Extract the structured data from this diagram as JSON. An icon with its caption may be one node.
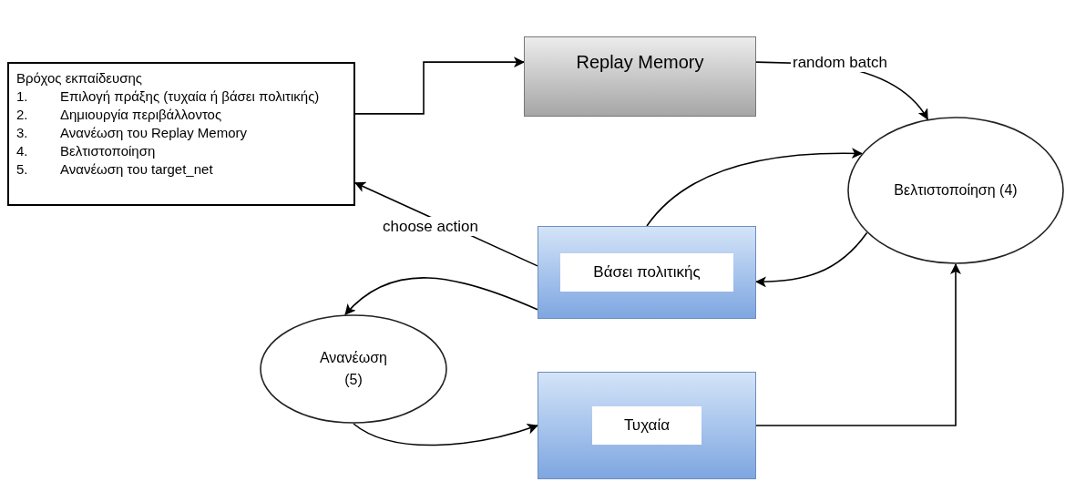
{
  "diagram": {
    "nodes": [
      {
        "text": [
          "Βρόχος εκπαίδευσης",
          "1. Επιλογή πράξης (τυχαία ή βάσει πολιτικής)",
          "2. Δημιουργία περιβάλλοντος",
          "3. Ανανέωση του Replay Memory",
          "4. Βελτιστοποίηση",
          "5. Ανανέωση του target_net"
        ]
      },
      {
        "text": [
          "Replay Memory"
        ]
      },
      {
        "text": [
          "Βελτιστοποίηση (4)"
        ]
      },
      {
        "text": [
          "Βάσει πολιτικής"
        ]
      },
      {
        "text": [
          "Ανανέωση (5)"
        ]
      },
      {
        "text": [
          "Τυχαία"
        ]
      }
    ],
    "edges": [
      {
        "from": 0,
        "to": 1,
        "arrow": "to"
      },
      {
        "from": 1,
        "to": 2,
        "arrow": "to",
        "label": "random batch"
      },
      {
        "from": 3,
        "to": 2,
        "arrow": "to"
      },
      {
        "from": 2,
        "to": 3,
        "arrow": "to"
      },
      {
        "from": 3,
        "to": 0,
        "arrow": "to",
        "label": "choose action"
      },
      {
        "from": 3,
        "to": 4,
        "arrow": "to"
      },
      {
        "from": 4,
        "to": 5,
        "arrow": "to"
      },
      {
        "from": 5,
        "to": 2,
        "arrow": "to"
      }
    ]
  }
}
